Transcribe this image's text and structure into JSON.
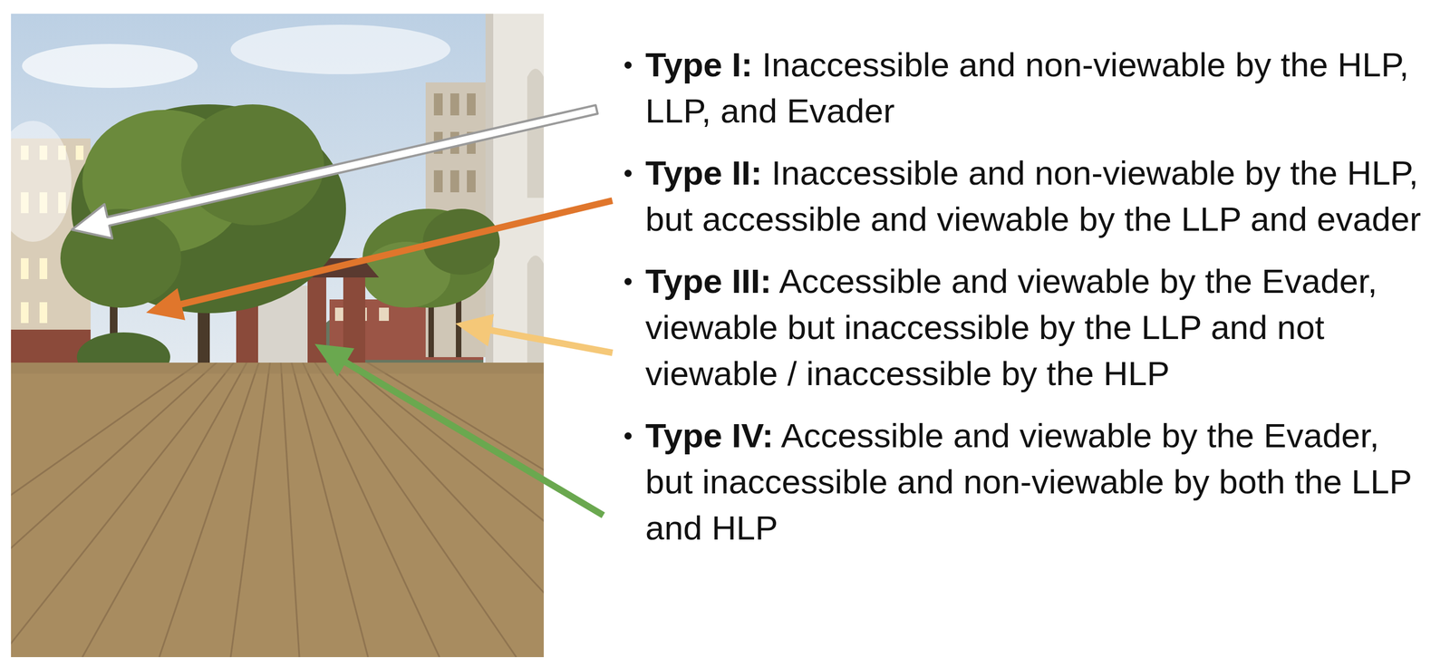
{
  "diagram": {
    "labels": [
      "Type I:",
      "Inaccessible and non-viewable by the HLP, LLP, and Evader",
      "Type II:",
      "Inaccessible and non-viewable by the HLP, but accessible and viewable by the LLP and evader",
      "Type III:",
      "Accessible and viewable by the Evader, viewable but inaccessible by the LLP and not viewable / inaccessible by the HLP",
      "Type IV:",
      "Accessible and viewable by the Evader, but inaccessible and non-viewable by both the LLP and HLP"
    ]
  }
}
